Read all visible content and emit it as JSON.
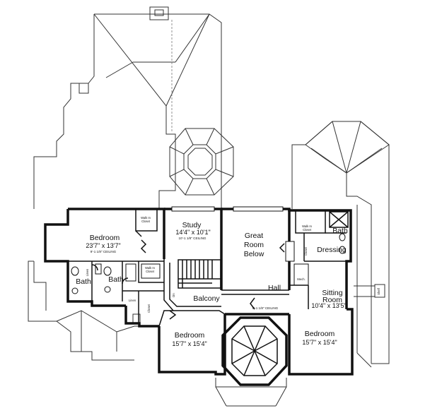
{
  "plan": {
    "rooms": {
      "bedroom_west": {
        "name": "Bedroom",
        "dims": "23'7\" x 13'7\"",
        "ceiling": "9'-1 1/8\" CEILING"
      },
      "study": {
        "name": "Study",
        "dims": "14'4\" x 10'1\"",
        "ceiling": "10'-1 1/8\" CEILING"
      },
      "great_room": {
        "line1": "Great",
        "line2": "Room",
        "line3": "Below"
      },
      "bath_west_1": {
        "name": "Bath"
      },
      "bath_west_2": {
        "name": "Bath"
      },
      "bath_east": {
        "name": "Bath"
      },
      "dressing": {
        "name": "Dressing"
      },
      "balcony": {
        "name": "Balcony"
      },
      "hall": {
        "name": "Hall",
        "ceiling": "9'-1 1/8\" CEILING"
      },
      "sitting_room": {
        "line1": "Sitting",
        "line2": "Room",
        "dims": "10'4\" x 13'5\""
      },
      "bedroom_south": {
        "name": "Bedroom",
        "dims": "15'7\" x 15'4\""
      },
      "bedroom_east": {
        "name": "Bedroom",
        "dims": "15'7\" x 15'4\""
      }
    },
    "small_labels": {
      "walk_in_closet_west_a": {
        "line1": "Walk In",
        "line2": "Closet"
      },
      "walk_in_closet_west_b": {
        "line1": "Walk In",
        "line2": "Closet"
      },
      "walk_in_closet_east": {
        "line1": "Walk In",
        "line2": "Closet"
      },
      "linen_a": "Linen",
      "linen_b": "Linen",
      "closet_a": "Closet",
      "closet_b": "Closet",
      "mech": "Mech.",
      "shelf": "Shelf",
      "dn": "Dn"
    }
  }
}
